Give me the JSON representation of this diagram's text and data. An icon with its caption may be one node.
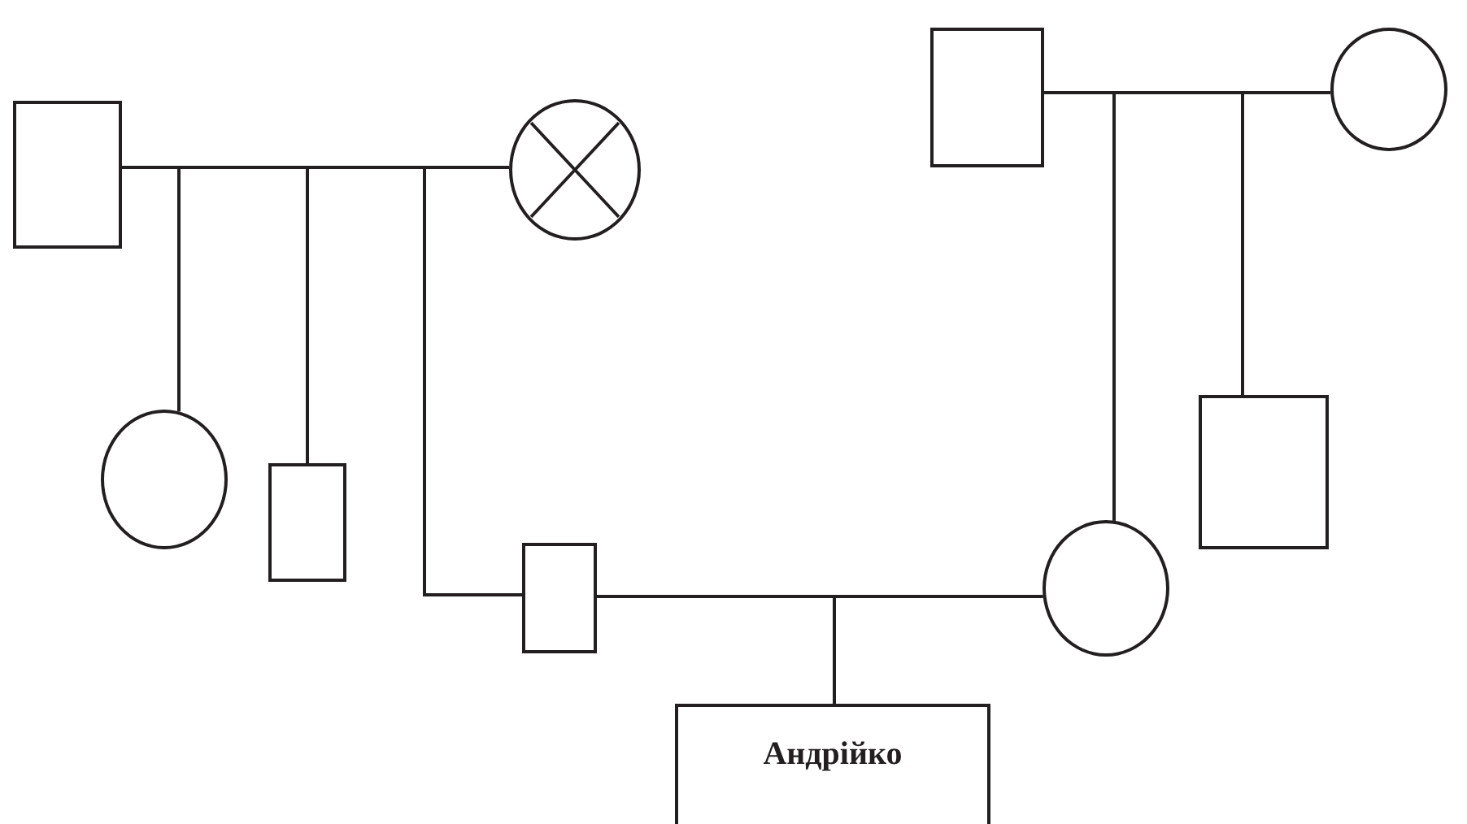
{
  "diagram": {
    "nodes": [
      {
        "text": [],
        "shape": "box"
      },
      {
        "text": [],
        "shape": "circle"
      },
      {
        "text": [],
        "shape": "circle"
      },
      {
        "text": [],
        "shape": "box"
      },
      {
        "text": [],
        "shape": "box"
      },
      {
        "text": [],
        "shape": "box"
      },
      {
        "text": [],
        "shape": "circle"
      },
      {
        "text": [],
        "shape": "box"
      },
      {
        "text": [],
        "shape": "circle"
      },
      {
        "text": [
          "Андрійко"
        ]
      }
    ],
    "edges": [
      {
        "from": 0,
        "to": 1,
        "arrow": "none"
      },
      {
        "from": 0,
        "to": 2,
        "arrow": "none"
      },
      {
        "from": 1,
        "to": 2,
        "arrow": "none"
      },
      {
        "from": 0,
        "to": 3,
        "arrow": "none"
      },
      {
        "from": 1,
        "to": 3,
        "arrow": "none"
      },
      {
        "from": 0,
        "to": 4,
        "arrow": "none"
      },
      {
        "from": 1,
        "to": 4,
        "arrow": "none"
      },
      {
        "from": 5,
        "to": 6,
        "arrow": "none"
      },
      {
        "from": 5,
        "to": 8,
        "arrow": "none"
      },
      {
        "from": 6,
        "to": 8,
        "arrow": "none"
      },
      {
        "from": 5,
        "to": 7,
        "arrow": "none"
      },
      {
        "from": 6,
        "to": 7,
        "arrow": "none"
      },
      {
        "from": 4,
        "to": 8,
        "arrow": "none"
      },
      {
        "from": 4,
        "to": 9,
        "arrow": "none"
      },
      {
        "from": 8,
        "to": 9,
        "arrow": "none"
      }
    ]
  }
}
